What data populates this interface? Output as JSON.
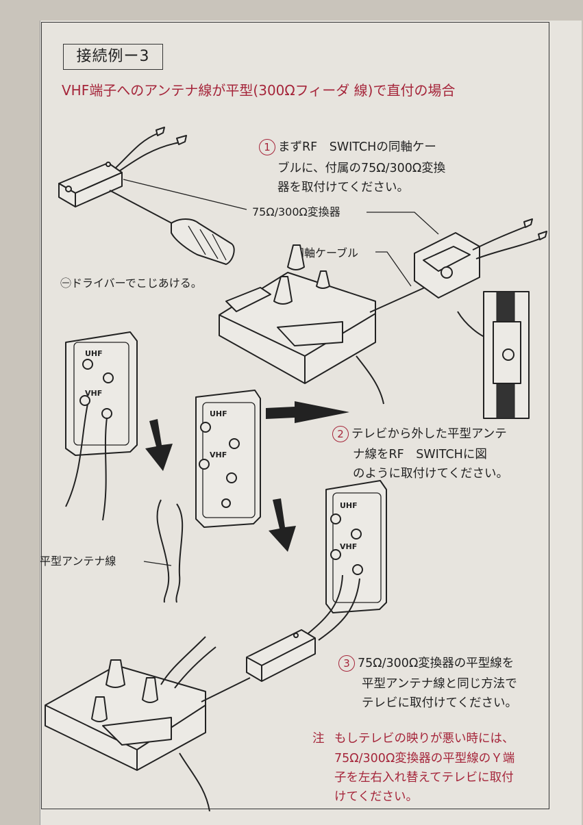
{
  "title": "接続例ー3",
  "subtitle": "VHF端子へのアンテナ線が平型(300Ωフィーダ 線)で直付の場合",
  "steps": [
    {
      "number": "1",
      "lines": [
        "まずRF　SWITCHの同軸ケー",
        "ブルに、付属の75Ω/300Ω変換",
        "器を取付けてください。"
      ]
    },
    {
      "number": "2",
      "lines": [
        "テレビから外した平型アンテ",
        "ナ線をRF　SWITCHに図",
        "のように取付けてください。"
      ]
    },
    {
      "number": "3",
      "lines": [
        "75Ω/300Ω変換器の平型線を",
        "平型アンテナ線と同じ方法で",
        "テレビに取付けてください。"
      ]
    }
  ],
  "note": {
    "mark": "注",
    "lines": [
      "もしテレビの映りが悪い時には、",
      "75Ω/300Ω変換器の平型線のＹ端",
      "子を左右入れ替えてテレビに取付",
      "けてください。"
    ]
  },
  "labels": {
    "converter": "75Ω/300Ω変換器",
    "coax": "同軸ケーブル",
    "driver": "㊀ドライバーでこじあける。",
    "flat_antenna": "平型アンテナ線"
  },
  "panel": {
    "vhf_label": "VHF",
    "uhf_label": "UHF"
  },
  "colors": {
    "accent": "#a5253a",
    "ink": "#222222",
    "paper": "#e7e4de"
  }
}
